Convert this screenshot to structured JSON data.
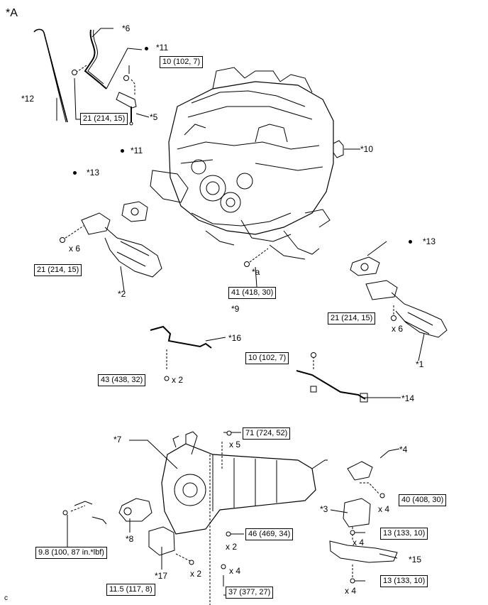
{
  "diagram": {
    "view_label": "*A",
    "footer_code": "c",
    "callouts": {
      "c1": "*1",
      "c2": "*2",
      "c3": "*3",
      "c4": "*4",
      "c5": "*5",
      "c6": "*6",
      "c7": "*7",
      "c8": "*8",
      "c9": "*9",
      "c10": "*10",
      "c11a": "*11",
      "c11b": "*11",
      "c12": "*12",
      "c13a": "*13",
      "c13b": "*13",
      "c14": "*14",
      "c15": "*15",
      "c16": "*16",
      "c17": "*17",
      "ca": "*a"
    },
    "torques": {
      "t_10a": "10 (102, 7)",
      "t_21a": "21 (214, 15)",
      "t_21b": "21 (214, 15)",
      "t_21c": "21 (214, 15)",
      "t_41": "41 (418, 30)",
      "t_43": "43 (438, 32)",
      "t_10b": "10 (102, 7)",
      "t_71": "71 (724, 52)",
      "t_40": "40 (408, 30)",
      "t_46": "46 (469, 34)",
      "t_13a": "13 (133, 10)",
      "t_13b": "13 (133, 10)",
      "t_98": "9.8 (100, 87 in.*lbf)",
      "t_115": "11.5 (117, 8)",
      "t_37": "37 (377, 27)"
    },
    "quantities": {
      "q_x6a": "x 6",
      "q_x6b": "x 6",
      "q_x2a": "x 2",
      "q_x5": "x 5",
      "q_x4a": "x 4",
      "q_x2b": "x 2",
      "q_x4b": "x 4",
      "q_x2c": "x 2",
      "q_x4c": "x 4",
      "q_x4d": "x 4"
    }
  }
}
